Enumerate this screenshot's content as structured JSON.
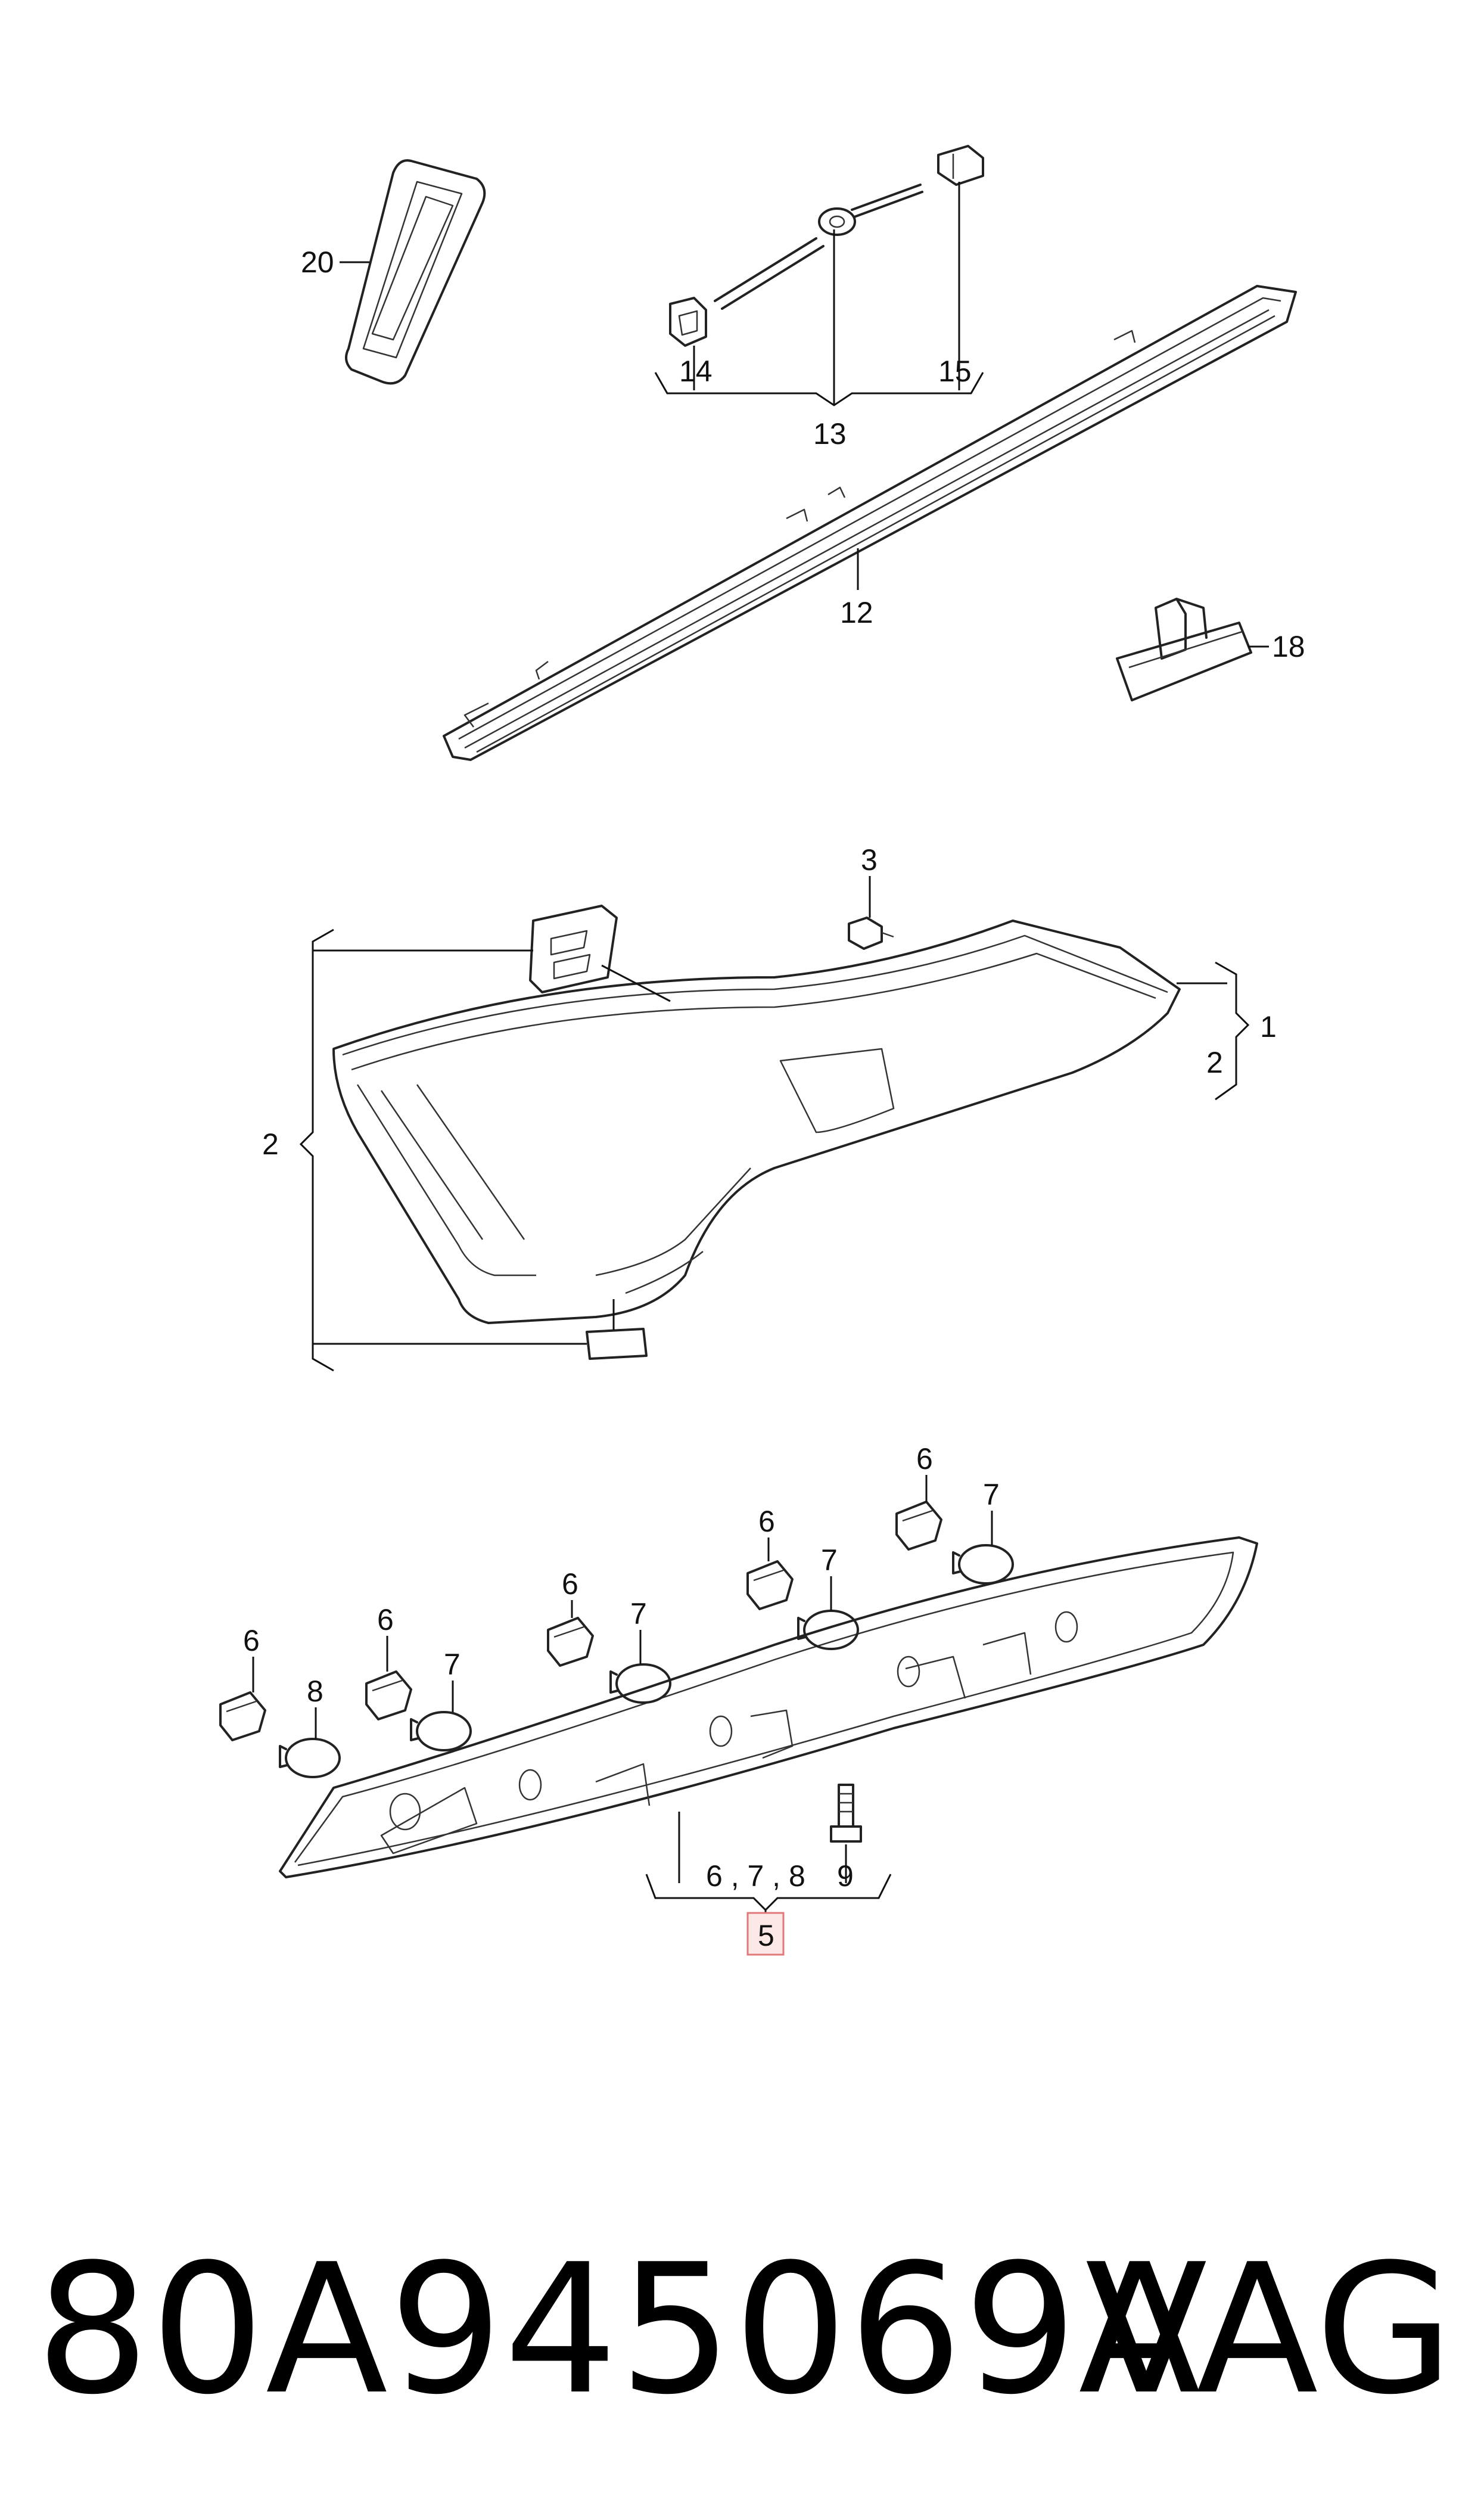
{
  "callouts": {
    "c20": "20",
    "c14": "14",
    "c15": "15",
    "c13": "13",
    "c12": "12",
    "c18": "18",
    "c3": "3",
    "c1": "1",
    "c2a": "2",
    "c2b": "2",
    "c6a": "6",
    "c6b": "6",
    "c6c": "6",
    "c6d": "6",
    "c6e": "6",
    "c7a": "7",
    "c7b": "7",
    "c7c": "7",
    "c7d": "7",
    "c8": "8",
    "c678": "6 , 7 , 8",
    "c9": "9",
    "c5": "5"
  },
  "footer": {
    "part_number": "80A945069A",
    "brand": "VAG"
  },
  "colors": {
    "line": "#222222",
    "highlight_stroke": "#e07a7a",
    "highlight_fill": "#fde8e8"
  }
}
